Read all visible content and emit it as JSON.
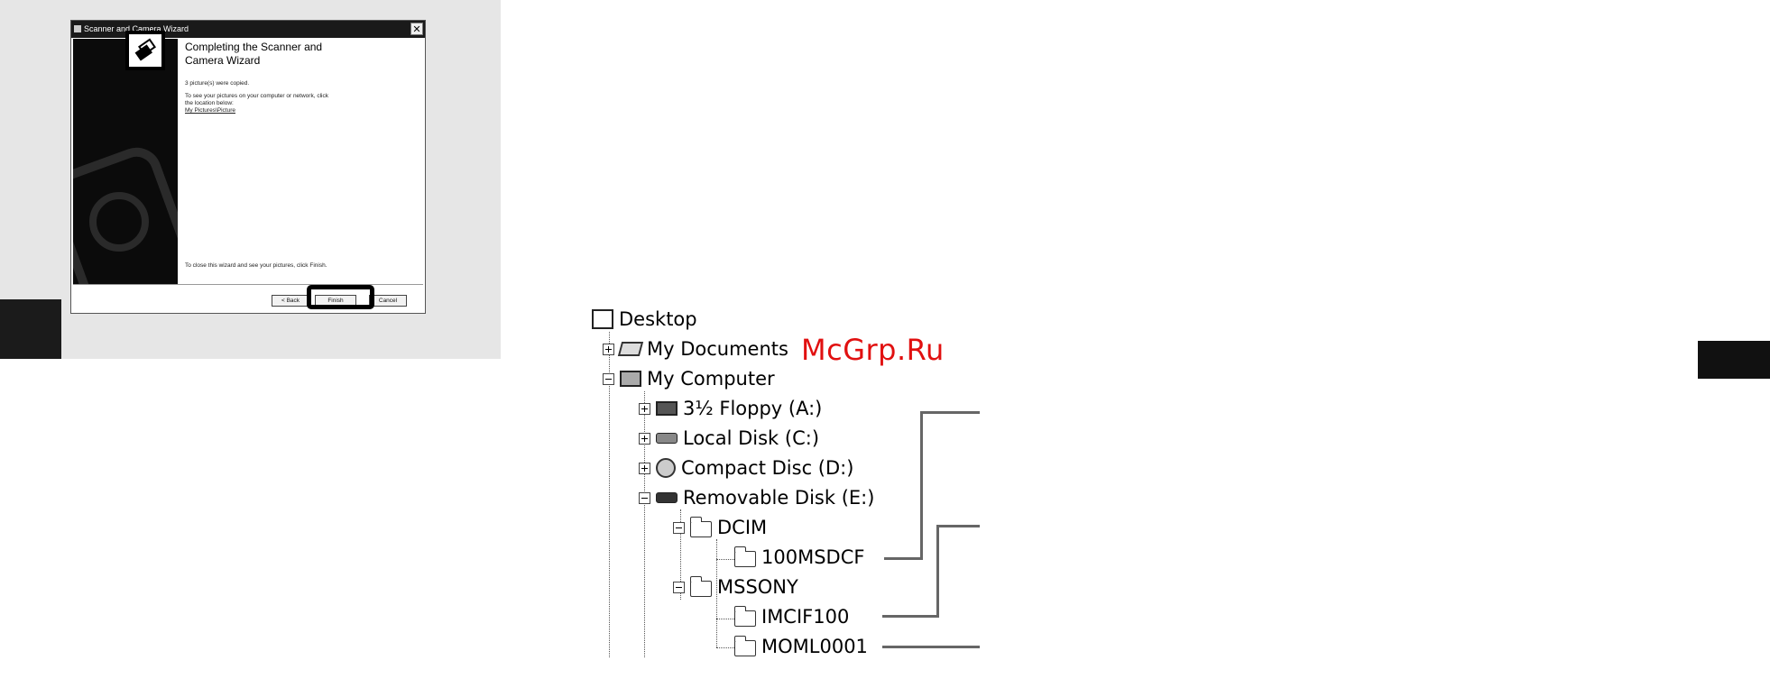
{
  "wizard": {
    "title": "Scanner and Camera Wizard",
    "close_glyph": "✕",
    "heading": "Completing the Scanner and Camera Wizard",
    "copied_text": "3 picture(s) were copied.",
    "see_text": "To see your pictures on your computer or network, click the location below:",
    "location_link": "My Pictures\\Picture",
    "close_text": "To close this wizard and see your pictures, click Finish.",
    "back_label": "< Back",
    "finish_label": "Finish",
    "cancel_label": "Cancel"
  },
  "tree": {
    "desktop": "Desktop",
    "my_documents": "My Documents",
    "my_computer": "My Computer",
    "floppy": "3½ Floppy (A:)",
    "local_disk": "Local Disk (C:)",
    "compact_disc": "Compact Disc (D:)",
    "removable_disk": "Removable Disk (E:)",
    "dcim": "DCIM",
    "folder_100msdcf": "100MSDCF",
    "mssony": "MSSONY",
    "imcif100": "IMCIF100",
    "moml0001": "MOML0001"
  },
  "watermark": "McGrp.Ru",
  "colors": {
    "watermark": "#e11010",
    "panel": "#e6e6e6",
    "dark_tab": "#111111"
  }
}
